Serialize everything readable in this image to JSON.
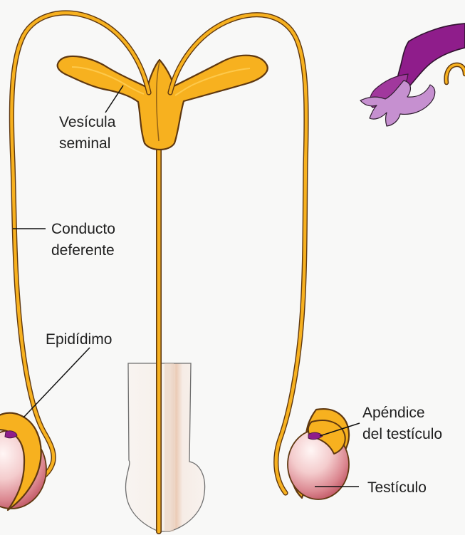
{
  "labels": {
    "vesicula_line1": "Vesícula",
    "vesicula_line2": "seminal",
    "conducto_line1": "Conducto",
    "conducto_line2": "deferente",
    "epididimo": "Epidídimo",
    "apendice_line1": "Apéndice",
    "apendice_line2": "del testículo",
    "testiculo": "Testículo"
  },
  "colors": {
    "background": "#f8f8f7",
    "duct_fill": "#f7b11f",
    "duct_outline": "#5f3810",
    "testis_light": "#fbe4e3",
    "testis_mid": "#efbcbc",
    "testis_dark": "#cc6470",
    "purple": "#8f1d8b",
    "lavender": "#c690d0",
    "penis_light": "#f7f1ed",
    "penis_stripe": "#ecd0bd"
  }
}
